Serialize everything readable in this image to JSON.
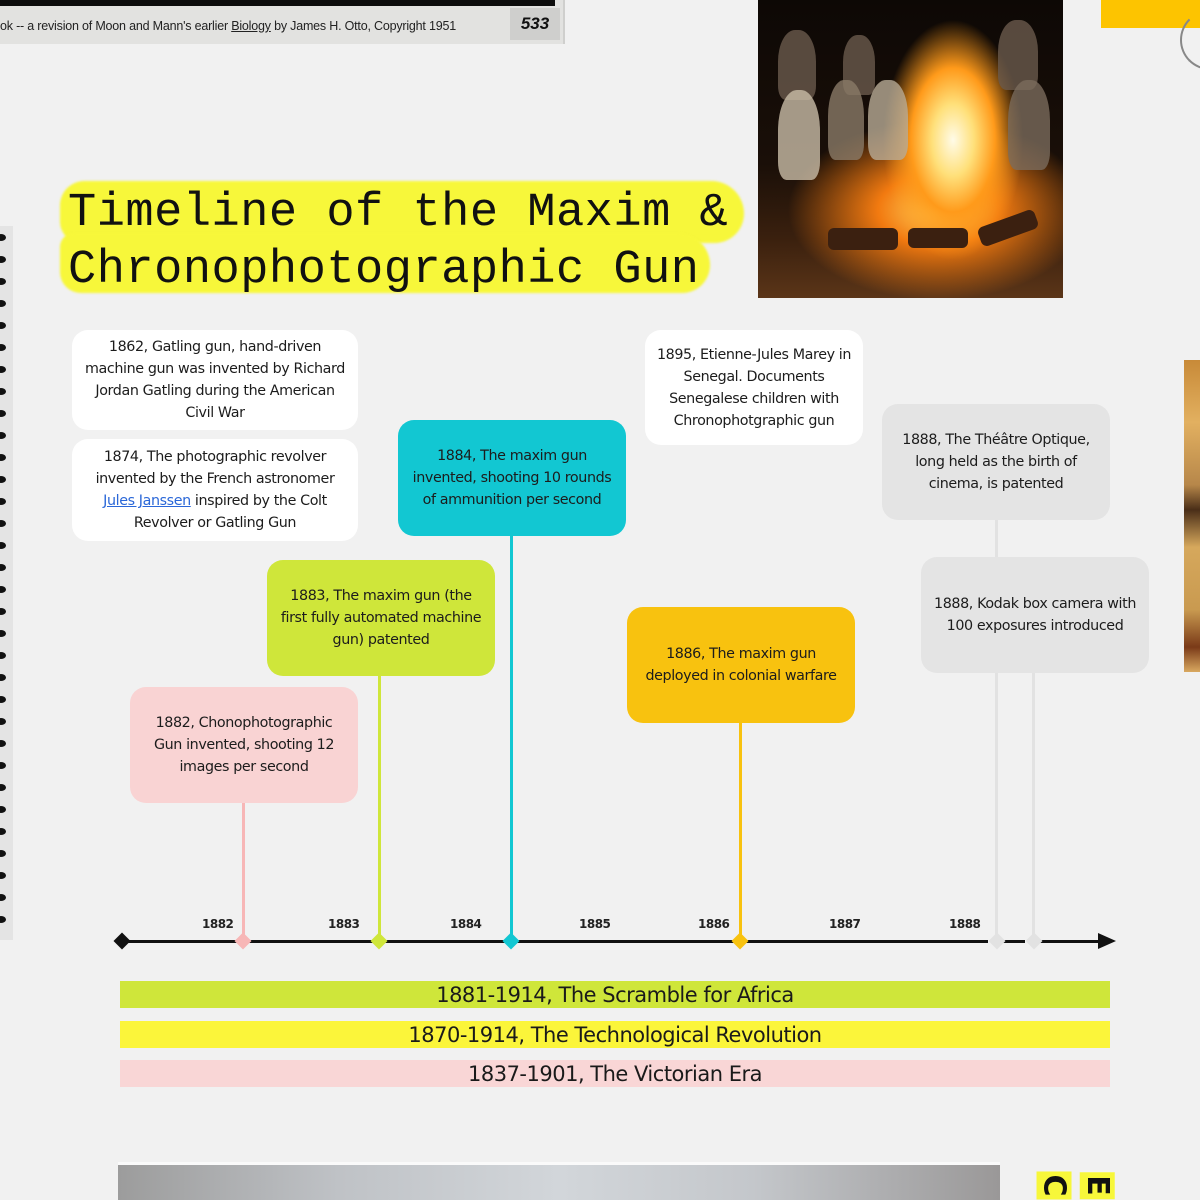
{
  "book_caption": {
    "text_before": "ok -- a revision of Moon and Mann's earlier ",
    "underlined": "Biology",
    "text_after": " by James H. Otto, Copyright 1951",
    "page_number": "533"
  },
  "title": {
    "line1": "Timeline of the Maxim &",
    "line2": "Chronophotographic Gun"
  },
  "images": {
    "campfire_photo": "campfire-photo",
    "painting_sliver": "painting-edge",
    "bottom_photo": "gray-photo-strip"
  },
  "corner_glyphs": [
    "C",
    "E"
  ],
  "colors": {
    "background": "#f1f1f1",
    "title_highlight": "#f7f73a",
    "pink": "#f9d3d3",
    "lime": "#cfe63a",
    "cyan": "#12c7d2",
    "amber": "#f8c20f",
    "gray_card": "#e4e4e4",
    "white_card": "#ffffff",
    "link": "#2a67d8"
  },
  "events": [
    {
      "id": "1862",
      "text": "1862, Gatling gun, hand-driven machine gun was invented  by Richard Jordan Gatling during the American Civil War"
    },
    {
      "id": "1874",
      "text_before": "1874, The photographic revolver invented by the French astronomer ",
      "link": "Jules Janssen",
      "text_after": " inspired by the Colt Revolver or Gatling Gun"
    },
    {
      "id": "1884",
      "text": "1884, The maxim gun invented, shooting 10 rounds of ammunition per second"
    },
    {
      "id": "1895",
      "text": "1895, Etienne-Jules Marey in Senegal. Documents Senegalese children with Chronophotgraphic gun"
    },
    {
      "id": "1888a",
      "text": "1888, The Théâtre Optique, long held as the birth of cinema, is patented"
    },
    {
      "id": "1883",
      "text": "1883, The maxim gun (the first fully automated machine gun) patented"
    },
    {
      "id": "1888b",
      "text": "1888, Kodak box camera with 100 exposures introduced"
    },
    {
      "id": "1886",
      "text": "1886, The maxim gun deployed in colonial warfare"
    },
    {
      "id": "1882",
      "text": "1882, Chonophotographic Gun invented, shooting 12 images per second"
    }
  ],
  "axis": {
    "years": [
      "1882",
      "1883",
      "1884",
      "1885",
      "1886",
      "1887",
      "1888"
    ]
  },
  "eras": [
    {
      "label": "1881-1914, The Scramble for Africa",
      "color": "#cfe63a"
    },
    {
      "label": "1870-1914, The Technological Revolution",
      "color": "#fbf53a"
    },
    {
      "label": "1837-1901, The Victorian Era",
      "color": "#f9d6d6"
    }
  ]
}
